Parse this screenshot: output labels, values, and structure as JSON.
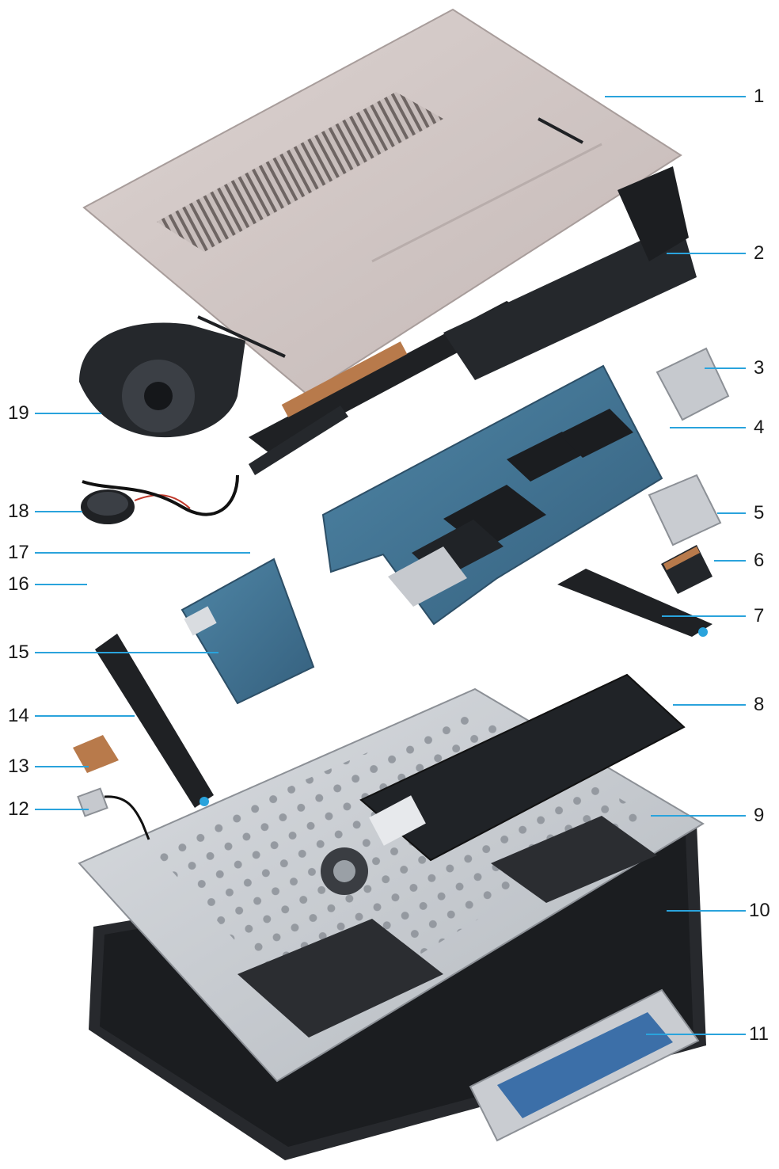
{
  "callouts": [
    "1",
    "2",
    "3",
    "4",
    "5",
    "6",
    "7",
    "8",
    "9",
    "10",
    "11",
    "12",
    "13",
    "14",
    "15",
    "16",
    "17",
    "18",
    "19"
  ],
  "colors": {
    "leader": "#2aa3dc",
    "base_cover": "#d2c8c6",
    "board": "#3f6f8f",
    "palmrest": "#c9ccd1",
    "display": "#27292d",
    "dark_part": "#1f2124",
    "copper": "#b87a4b"
  }
}
